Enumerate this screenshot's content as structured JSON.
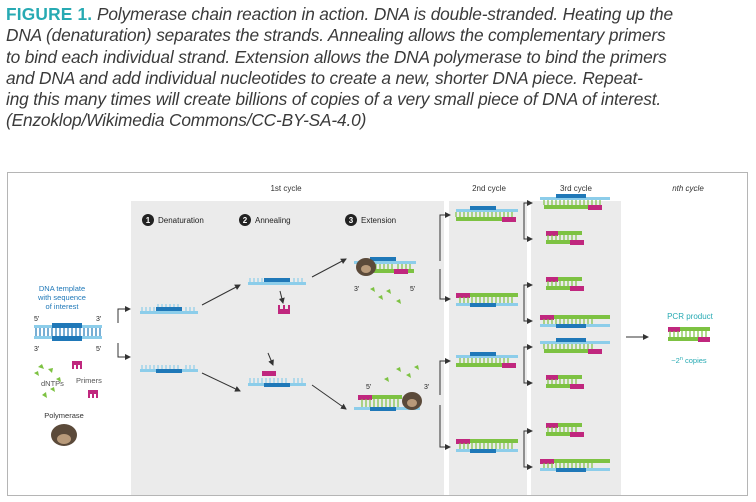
{
  "caption": {
    "label": "FIGURE 1.",
    "lines": [
      "Polymerase chain reaction in action. DNA is double-stranded. Heating up the",
      "DNA (denaturation) separates the strands. Annealing allows the complementary primers",
      "to bind each individual strand. Extension allows the DNA polymerase to bind the primers",
      "and DNA and add individual nucleotides to create a new, shorter DNA piece. Repeat-",
      "ing this many times will create billions of copies of a very small piece of DNA of interest.",
      "(Enzoklop/Wikimedia Commons/CC-BY-SA-4.0)"
    ]
  },
  "diagram": {
    "cycle_headers": [
      "1st cycle",
      "2nd cycle",
      "3rd cycle",
      "nth cycle"
    ],
    "steps": [
      {
        "num": "1",
        "label": "Denaturation"
      },
      {
        "num": "2",
        "label": "Annealing"
      },
      {
        "num": "3",
        "label": "Extension"
      }
    ],
    "template_label": [
      "DNA template",
      "with sequence",
      "of interest"
    ],
    "prime5": "5'",
    "prime3": "3'",
    "dntps": "dNTPs",
    "primers": "Primers",
    "polymerase": "Polymerase",
    "pcr_product": "PCR product",
    "copies": "~2",
    "copies_exp": "n",
    "copies_suffix": " copies",
    "colors": {
      "teal": "#27aab3",
      "light_blue": "#8ccdea",
      "dark_blue": "#1f78b8",
      "green": "#7dc242",
      "magenta": "#c0277e",
      "panel_gray": "#ebebeb",
      "polymerase_brown": "#5b4a3a"
    }
  }
}
